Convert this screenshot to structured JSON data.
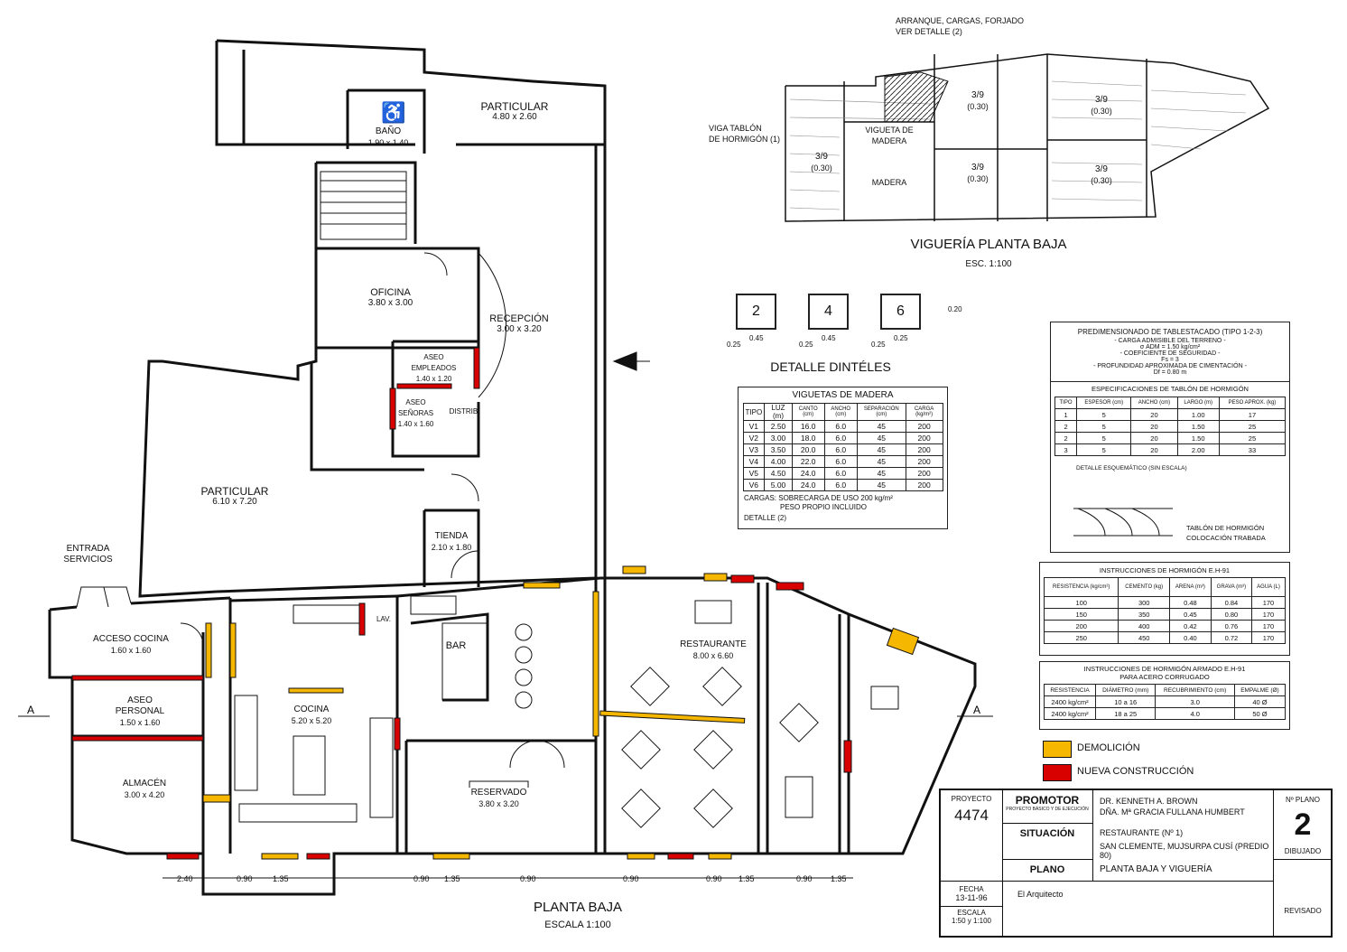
{
  "floorplan": {
    "title": "PLANTA BAJA",
    "scale": "ESCALA 1:100",
    "section_marker": "A",
    "rooms": [
      {
        "name": "BAÑO",
        "dim": "1.90 x 1.40"
      },
      {
        "name": "PARTICULAR",
        "dim": "4.80 x 2.60"
      },
      {
        "name": "OFICINA",
        "dim": "3.80 x 3.00"
      },
      {
        "name": "RECEPCIÓN",
        "dim": "3.00 x 3.20"
      },
      {
        "name": "ASEO EMPLEADOS",
        "dim": "1.40 x 1.20"
      },
      {
        "name": "ASEO SEÑORAS",
        "dim": "1.40 x 1.60"
      },
      {
        "name": "DISTRIB.",
        "dim": ""
      },
      {
        "name": "PARTICULAR",
        "dim": "6.10 x 7.20"
      },
      {
        "name": "TIENDA",
        "dim": "2.10 x 1.80"
      },
      {
        "name": "ENTRADA SERVICIOS",
        "dim": ""
      },
      {
        "name": "ACCESO COCINA",
        "dim": "1.60 x 1.60"
      },
      {
        "name": "ASEO PERSONAL",
        "dim": "1.50 x 1.60"
      },
      {
        "name": "ALMACÉN",
        "dim": "3.00 x 4.20"
      },
      {
        "name": "COCINA",
        "dim": "5.20 x 5.20"
      },
      {
        "name": "BAR",
        "dim": ""
      },
      {
        "name": "RESERVADO",
        "dim": "3.80 x 3.20"
      },
      {
        "name": "RESTAURANTE",
        "dim": "8.00 x 6.60"
      },
      {
        "name": "LAV.",
        "dim": ""
      }
    ],
    "dimensions": [
      "2.40",
      "0.90",
      "1.35",
      "0.90",
      "1.35",
      "0.90",
      "0.90",
      "0.90",
      "1.35",
      "0.90",
      "1.35"
    ]
  },
  "vigueria": {
    "title": "VIGUERÍA PLANTA BAJA",
    "scale": "ESC. 1:100",
    "note_top": "ARRANQUE, CARGAS, FORJADO",
    "note_top2": "VER DETALLE (2)",
    "note_left": "VIGA TABLÓN",
    "note_left2": "DE HORMIGÓN (1)",
    "labels": {
      "frac": "3/9",
      "paren": "(0.30)",
      "vigueta": "VIGUETA DE",
      "madera": "MADERA",
      "madera2": "MADERA"
    }
  },
  "dinteles": {
    "title": "DETALLE DINTÉLES",
    "items": [
      {
        "n": "2",
        "w": "0.45"
      },
      {
        "n": "4",
        "w": "0.45"
      },
      {
        "n": "6",
        "w": "0.25"
      }
    ],
    "h": "0.20",
    "offset": "0.25"
  },
  "viguetas": {
    "title": "VIGUETAS DE MADERA",
    "headers": [
      "TIPO",
      "LUZ (m)",
      "CANTO (cm)",
      "ANCHO (cm)",
      "SEPARACIÓN (cm)",
      "CARGA (kg/m²)"
    ],
    "rows": [
      [
        "V1",
        "2.50",
        "16.0",
        "6.0",
        "45",
        "200"
      ],
      [
        "V2",
        "3.00",
        "18.0",
        "6.0",
        "45",
        "200"
      ],
      [
        "V3",
        "3.50",
        "20.0",
        "6.0",
        "45",
        "200"
      ],
      [
        "V4",
        "4.00",
        "22.0",
        "6.0",
        "45",
        "200"
      ],
      [
        "V5",
        "4.50",
        "24.0",
        "6.0",
        "45",
        "200"
      ],
      [
        "V6",
        "5.00",
        "24.0",
        "6.0",
        "45",
        "200"
      ]
    ],
    "note1": "CARGAS: SOBRECARGA DE USO 200 kg/m²",
    "note2": "PESO PROPIO INCLUIDO",
    "note3": "DETALLE (2)"
  },
  "predim": {
    "title": "PREDIMENSIONADO DE TABLESTACADO (TIPO 1-2-3)",
    "l1": "- CARGA ADMISIBLE DEL TERRENO -",
    "l2": "σ ADM = 1.50 kg/cm²",
    "l3": "- COEFICIENTE DE SEGURIDAD -",
    "l4": "Fs = 3",
    "l5": "- PROFUNDIDAD APROXIMADA DE CIMENTACIÓN -",
    "l6": "Df = 0.80 m"
  },
  "tablon": {
    "title": "ESPECIFICACIONES DE TABLÓN DE HORMIGÓN",
    "headers": [
      "TIPO",
      "ESPESOR (cm)",
      "ANCHO (cm)",
      "LARGO (m)",
      "PESO APROX. (kg)"
    ],
    "rows": [
      [
        "1",
        "5",
        "20",
        "1.00",
        "17"
      ],
      [
        "2",
        "5",
        "20",
        "1.50",
        "25"
      ],
      [
        "2",
        "5",
        "20",
        "1.50",
        "25"
      ],
      [
        "3",
        "5",
        "20",
        "2.00",
        "33"
      ]
    ],
    "detalle": "DETALLE ESQUEMÁTICO (SIN ESCALA)",
    "note1": "TABLÓN DE HORMIGÓN",
    "note2": "COLOCACIÓN TRABADA"
  },
  "hormigon": {
    "title": "INSTRUCCIONES DE HORMIGÓN E.H-91",
    "headers": [
      "RESISTENCIA (kg/cm²)",
      "CEMENTO (kg)",
      "ARENA (m³)",
      "GRAVA (m³)",
      "AGUA (L)"
    ],
    "rows": [
      [
        "100",
        "300",
        "0.48",
        "0.84",
        "170"
      ],
      [
        "150",
        "350",
        "0.45",
        "0.80",
        "170"
      ],
      [
        "200",
        "400",
        "0.42",
        "0.76",
        "170"
      ],
      [
        "250",
        "450",
        "0.40",
        "0.72",
        "170"
      ]
    ]
  },
  "armado": {
    "title": "INSTRUCCIONES DE HORMIGÓN ARMADO E.H-91",
    "title2": "PARA ACERO CORRUGADO",
    "headers": [
      "RESISTENCIA",
      "DIÁMETRO (mm)",
      "RECUBRIMIENTO (cm)",
      "EMPALME (Ø)"
    ],
    "rows": [
      [
        "2400 kg/cm²",
        "10 a 16",
        "3.0",
        "40 Ø"
      ],
      [
        "2400 kg/cm²",
        "18 a 25",
        "4.0",
        "50 Ø"
      ]
    ]
  },
  "legend": {
    "demolicion": "DEMOLICIÓN",
    "nueva": "NUEVA CONSTRUCCIÓN",
    "demolicion_color": "#f5b700",
    "nueva_color": "#d90000"
  },
  "titleblock": {
    "proyecto_lbl": "PROYECTO",
    "proyecto": "4474",
    "promotor_lbl": "PROMOTOR",
    "sub": "PROYECTO BÁSICO Y DE EJECUCIÓN",
    "promotor1": "DR. KENNETH A. BROWN",
    "promotor2": "DÑA. Mª GRACIA FULLANA HUMBERT",
    "situacion_lbl": "SITUACIÓN",
    "situacion1": "RESTAURANTE (Nº 1)",
    "situacion2": "SAN CLEMENTE, MUJSURPA CUSÍ (PREDIO 80)",
    "plano_lbl": "PLANO",
    "plano": "PLANTA BAJA Y VIGUERÍA",
    "nplano_lbl": "Nº PLANO",
    "nplano": "2",
    "dibujado": "DIBUJADO",
    "revisado": "REVISADO",
    "fecha_lbl": "FECHA",
    "fecha": "13-11-96",
    "escala_lbl": "ESCALA",
    "escala": "1:50 y 1:100",
    "arquitecto": "El Arquitecto"
  }
}
